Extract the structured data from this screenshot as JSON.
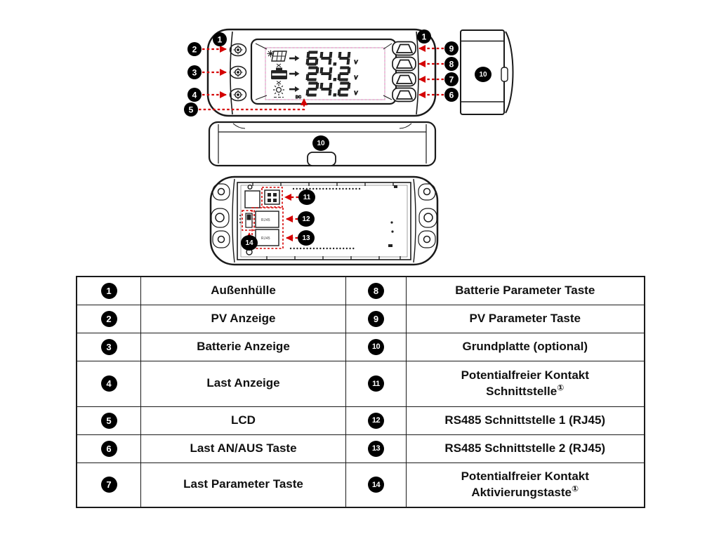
{
  "diagram": {
    "callouts": {
      "c1_left": "1",
      "c1_right": "1",
      "c2": "2",
      "c3": "3",
      "c4": "4",
      "c5": "5",
      "c6": "6",
      "c7": "7",
      "c8": "8",
      "c9": "9",
      "c10_side": "10",
      "c10_base": "10",
      "c11": "11",
      "c12": "12",
      "c13": "13",
      "c14": "14"
    },
    "lcd": {
      "rows": [
        {
          "icon": "pv-panel",
          "value": "64.4",
          "unit": "v"
        },
        {
          "icon": "battery",
          "value": "24.2",
          "unit": "v"
        },
        {
          "icon": "load",
          "value": "24.2",
          "unit": "v"
        }
      ],
      "dc_label": "DC"
    },
    "port_labels": {
      "rj45_1": "RJ45",
      "rj45_2": "RJ45"
    },
    "colors": {
      "callout_red": "#d40000",
      "lcd_border_pink": "#eaa4cf",
      "line": "#1a1a1a"
    }
  },
  "table": {
    "rows": [
      {
        "left": {
          "num": "1",
          "label": "Außenhülle"
        },
        "right": {
          "num": "8",
          "label": "Batterie Parameter Taste"
        }
      },
      {
        "left": {
          "num": "2",
          "label": "PV Anzeige"
        },
        "right": {
          "num": "9",
          "label": "PV Parameter Taste"
        }
      },
      {
        "left": {
          "num": "3",
          "label": "Batterie Anzeige"
        },
        "right": {
          "num": "10",
          "label": "Grundplatte (optional)"
        }
      },
      {
        "left": {
          "num": "4",
          "label": "Last Anzeige"
        },
        "right": {
          "num": "11",
          "line1": "Potentialfreier Kontakt",
          "line2": "Schnittstelle",
          "sup": "①"
        }
      },
      {
        "left": {
          "num": "5",
          "label": "LCD"
        },
        "right": {
          "num": "12",
          "label": "RS485 Schnittstelle 1 (RJ45)"
        }
      },
      {
        "left": {
          "num": "6",
          "label": "Last AN/AUS Taste"
        },
        "right": {
          "num": "13",
          "label": "RS485 Schnittstelle 2 (RJ45)"
        }
      },
      {
        "left": {
          "num": "7",
          "label": "Last Parameter Taste"
        },
        "right": {
          "num": "14",
          "line1": "Potentialfreier Kontakt",
          "line2": "Aktivierungstaste",
          "sup": "①"
        }
      }
    ]
  }
}
